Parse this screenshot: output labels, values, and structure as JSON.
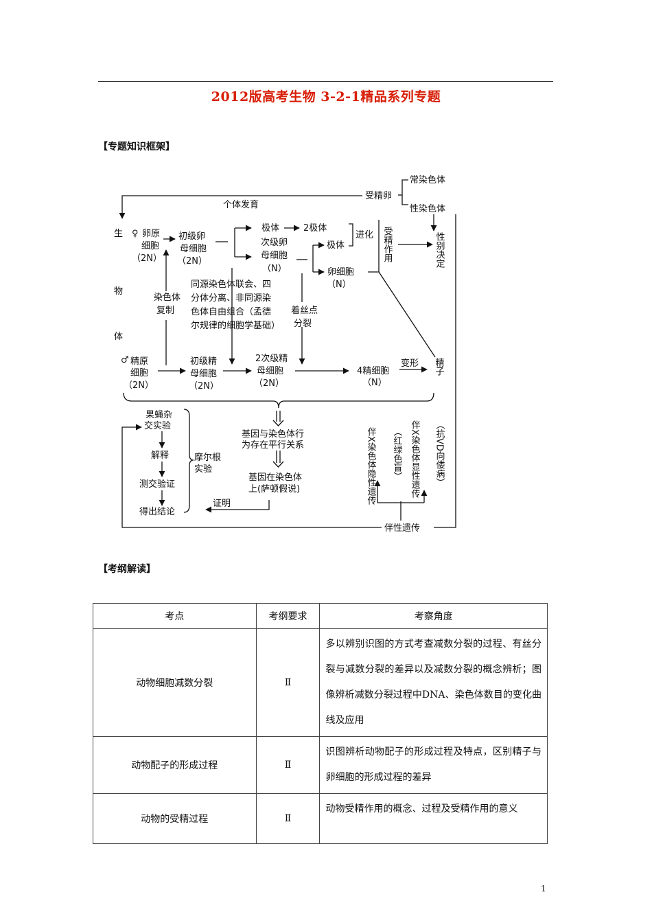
{
  "title": "2012版高考生物 3-2-1精品系列专题",
  "section_framework": "【专题知识框架】",
  "section_syllabus": "【考纲解读】",
  "diagram": {
    "fertilized_egg": "受精卵",
    "autosome": "常染色体",
    "sex_chromosome": "性染色体",
    "individual_development": "个体发育",
    "organism_1": "生",
    "organism_2": "物",
    "organism_3": "体",
    "female_sym": "♀",
    "oogonium_1": "卵原",
    "oogonium_2": "细胞",
    "oogonium_3": "（2N）",
    "primary_oocyte_1": "初级卵",
    "primary_oocyte_2": "母细胞",
    "primary_oocyte_3": "（2N）",
    "polar_body": "极体",
    "two_polar_bodies": "2极体",
    "secondary_oocyte_1": "次级卵",
    "secondary_oocyte_2": "母细胞",
    "secondary_oocyte_3": "（N）",
    "polar_body_2": "极体",
    "evolution": "进化",
    "fertilization": "受精作用",
    "sex_determination": "性别决定",
    "egg_cell_1": "卵细胞",
    "egg_cell_2": "（N）",
    "chrom_replication_1": "染色体",
    "chrom_replication_2": "复制",
    "synapsis_1": "同源染色体联会、四",
    "synapsis_2": "分体分离、非同源染",
    "synapsis_3": "色体自由组合（孟德",
    "synapsis_4": "尔规律的细胞学基础）",
    "centromere_1": "着丝点",
    "centromere_2": "分裂",
    "male_sym": "♂",
    "spermatogonium_1": "精原",
    "spermatogonium_2": "细胞",
    "spermatogonium_3": "（2N）",
    "primary_spermatocyte_1": "初级精",
    "primary_spermatocyte_2": "母细胞",
    "primary_spermatocyte_3": "（2N）",
    "secondary_spermatocyte_1": "2次级精",
    "secondary_spermatocyte_2": "母细胞",
    "secondary_spermatocyte_3": "（2N）",
    "four_spermatids_1": "4精细胞",
    "four_spermatids_2": "（N）",
    "transformation": "变形",
    "sperm": "精子",
    "fruitfly_1": "果蝇杂",
    "fruitfly_2": "交实验",
    "explanation": "解释",
    "testcross": "测交验证",
    "conclusion": "得出结论",
    "morgan_1": "摩尔根",
    "morgan_2": "实验",
    "parallel_1": "基因与染色体行",
    "parallel_2": "为存在平行关系",
    "hypothesis_1": "基因在染色体",
    "hypothesis_2": "上(萨顿假说)",
    "proof": "证明",
    "sex_linked": "伴性遗传",
    "xlinked_recessive": "伴X染色体隐性遗传",
    "colorblind": "（红绿色盲）",
    "xlinked_dominant": "伴X染色体显性遗传",
    "rickets": "（抗VD向偻病）"
  },
  "table": {
    "headers": [
      "考点",
      "考纲要求",
      "考察角度"
    ],
    "rows": [
      {
        "point": "动物细胞减数分裂",
        "level": "Ⅱ",
        "angle": "多以辨别识图的方式考查减数分裂的过程、有丝分裂与减数分裂的差异以及减数分裂的概念辨析；图像辨析减数分裂过程中DNA、染色体数目的变化曲线及应用"
      },
      {
        "point": "动物配子的形成过程",
        "level": "Ⅱ",
        "angle": "识图辨析动物配子的形成过程及特点，区别精子与卵细胞的形成过程的差异"
      },
      {
        "point": "动物的受精过程",
        "level": "Ⅱ",
        "angle": "动物受精作用的概念、过程及受精作用的意义"
      }
    ]
  },
  "page_number": "1"
}
